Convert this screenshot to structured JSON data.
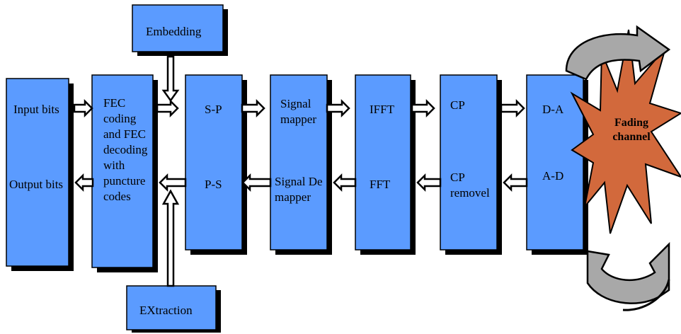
{
  "blocks": {
    "input_bits": "Input bits",
    "output_bits": "Output bits",
    "fec": [
      "FEC",
      "coding",
      "and FEC",
      "decoding",
      "with",
      "puncture",
      "codes"
    ],
    "sp": "S-P",
    "ps": "P-S",
    "signal_mapper": [
      "Signal",
      "mapper"
    ],
    "signal_demapper": [
      "Signal De",
      "mapper"
    ],
    "ifft": "IFFT",
    "fft": "FFT",
    "cp": "CP",
    "cp_removel": [
      "CP",
      "removel"
    ],
    "da": "D-A",
    "ad": "A-D",
    "embedding": "Embedding",
    "extraction": "EXtraction",
    "fading_channel": [
      "Fading",
      "channel"
    ]
  },
  "colors": {
    "block_fill": "#5b9bff",
    "star_fill": "#d2693c",
    "arc_fill": "#a8a8a8"
  }
}
